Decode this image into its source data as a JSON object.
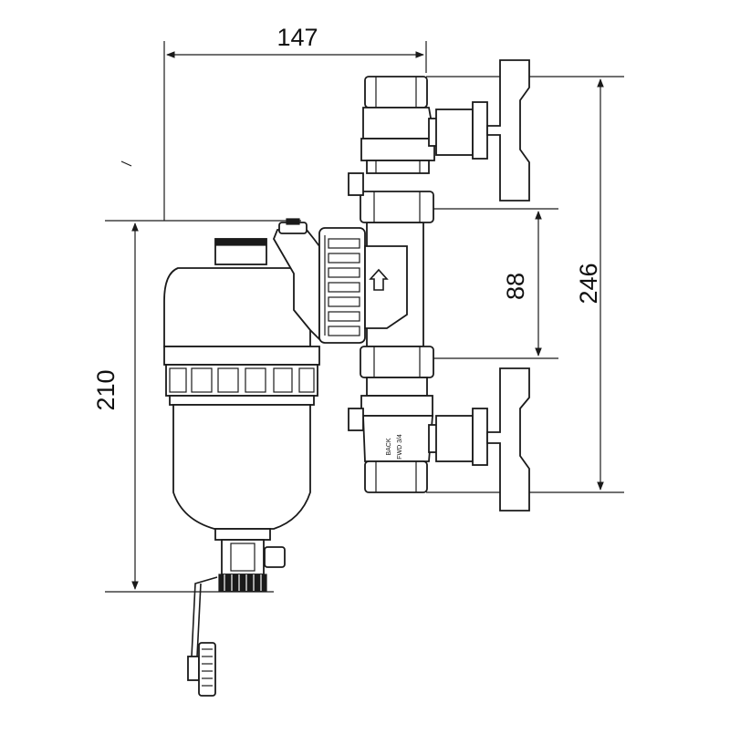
{
  "drawing": {
    "dimensions": {
      "width_top": "147",
      "height_left": "210",
      "height_middle": "88",
      "height_right": "246"
    },
    "valve_marking_top": "BACK",
    "valve_marking_bottom": "FWD 3/4"
  },
  "colors": {
    "line": "#1a1a1a",
    "background": "#ffffff"
  }
}
